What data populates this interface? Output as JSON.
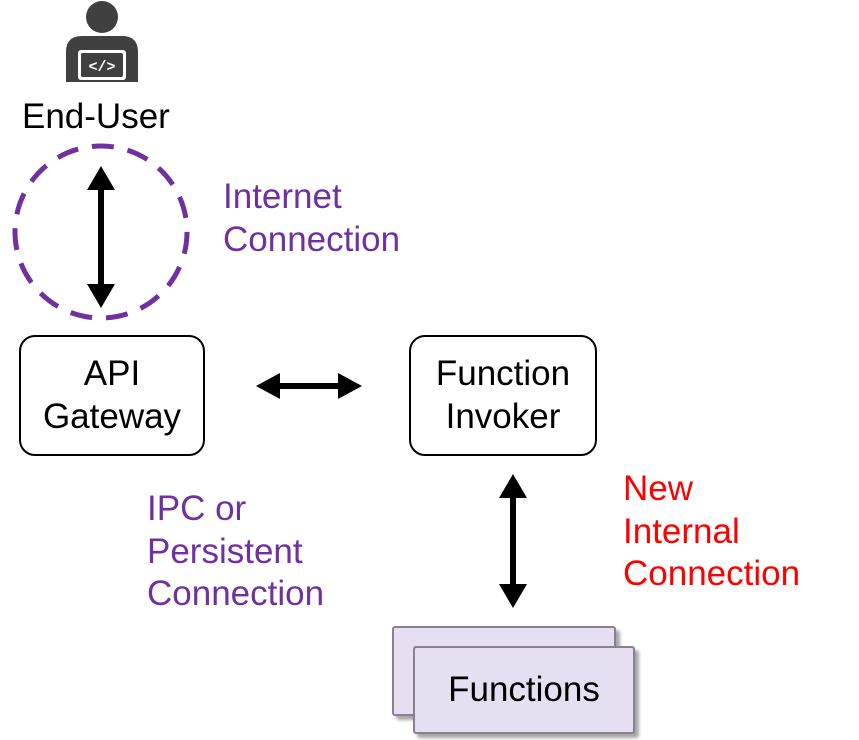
{
  "colors": {
    "purple": "#7030a0",
    "red": "#ff0000",
    "card_fill": "#e6dff2",
    "icon_gray": "#404040"
  },
  "end_user": {
    "icon": "developer-laptop-icon",
    "label": "End-User"
  },
  "internet_connection": {
    "line1": "Internet",
    "line2": "Connection"
  },
  "api_gateway": {
    "line1": "API",
    "line2": "Gateway"
  },
  "function_invoker": {
    "line1": "Function",
    "line2": "Invoker"
  },
  "ipc_connection": {
    "line1": "IPC or",
    "line2": "Persistent",
    "line3": "Connection"
  },
  "new_internal_connection": {
    "line1": "New",
    "line2": "Internal",
    "line3": "Connection"
  },
  "functions": {
    "label": "Functions"
  }
}
